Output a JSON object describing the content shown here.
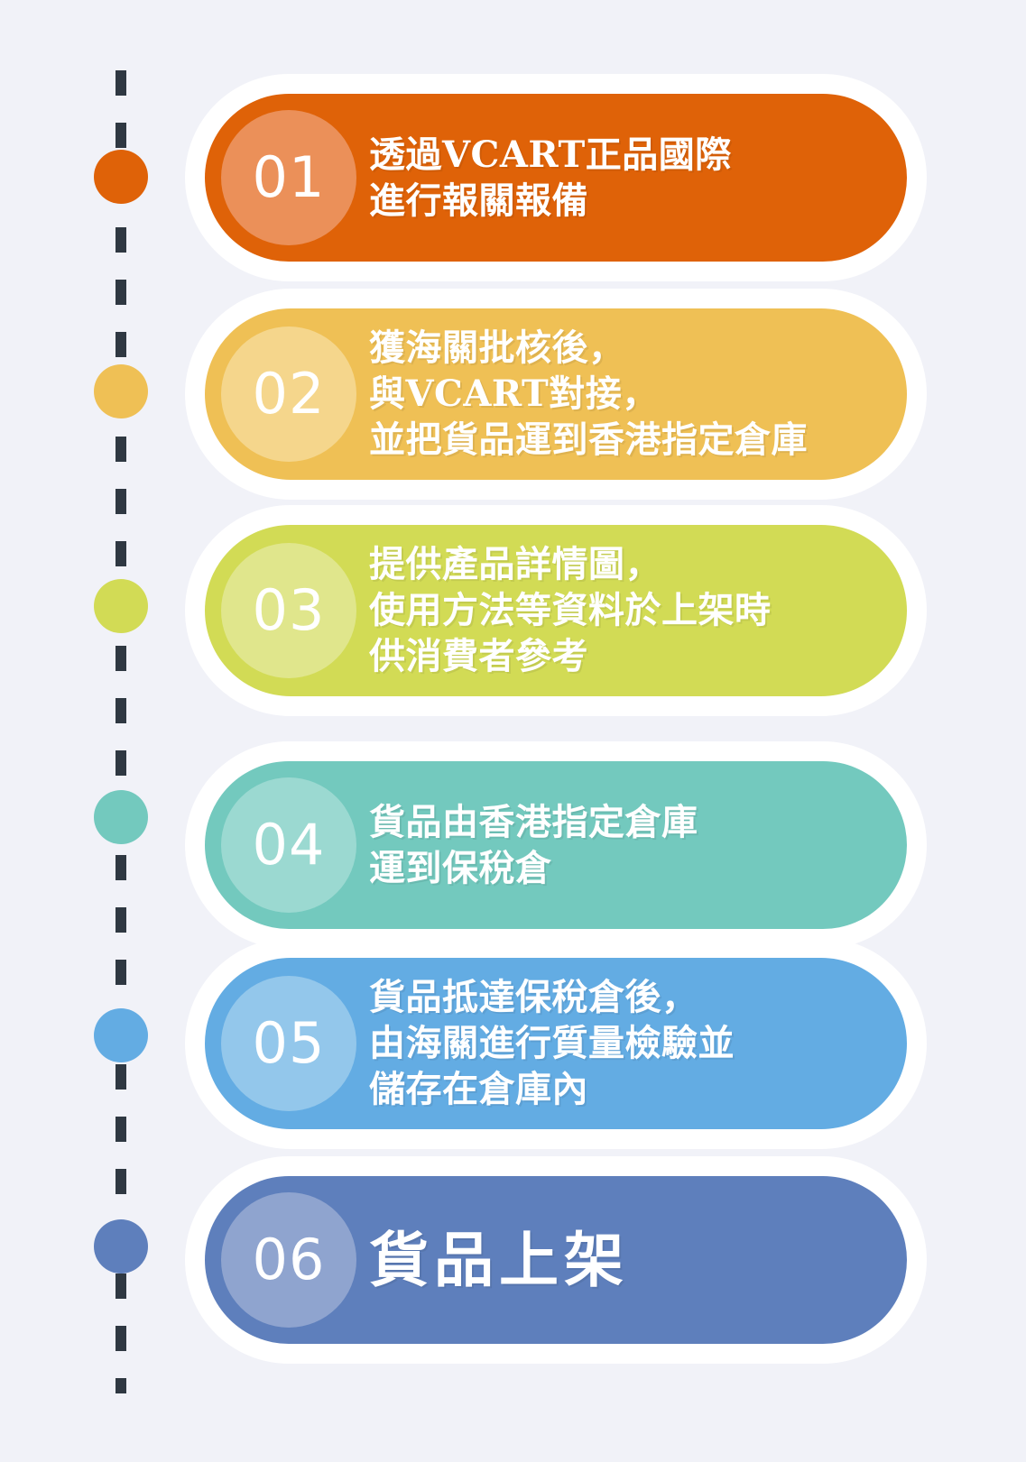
{
  "background_color": "#f1f2f8",
  "timeline": {
    "line_color": "#2f3842",
    "dot_colors": [
      "#df6208",
      "#efc055",
      "#d2db55",
      "#73c9be",
      "#63ace3",
      "#5e7fbc"
    ]
  },
  "steps": [
    {
      "number": "01",
      "text": "透過VCART正品國際\n進行報關報備",
      "band_color": "#df6208",
      "circle_color": "#eb9059",
      "dot_color": "#df6208",
      "emphasis": false
    },
    {
      "number": "02",
      "text": "獲海關批核後，\n與VCART對接，\n並把貨品運到香港指定倉庫",
      "band_color": "#efc055",
      "circle_color": "#f5d68c",
      "dot_color": "#efc055",
      "emphasis": false
    },
    {
      "number": "03",
      "text": "提供產品詳情圖，\n使用方法等資料於上架時\n供消費者參考",
      "band_color": "#d2db55",
      "circle_color": "#e0e68c",
      "dot_color": "#d2db55",
      "emphasis": false
    },
    {
      "number": "04",
      "text": "貨品由香港指定倉庫\n運到保稅倉",
      "band_color": "#73c9be",
      "circle_color": "#9bd9d1",
      "dot_color": "#73c9be",
      "emphasis": false
    },
    {
      "number": "05",
      "text": "貨品抵達保稅倉後，\n由海關進行質量檢驗並\n儲存在倉庫內",
      "band_color": "#63ace3",
      "circle_color": "#93c7eb",
      "dot_color": "#63ace3",
      "emphasis": false
    },
    {
      "number": "06",
      "text": "貨品上架",
      "band_color": "#5e7fbc",
      "circle_color": "#8fa4cf",
      "dot_color": "#5e7fbc",
      "emphasis": true
    }
  ]
}
